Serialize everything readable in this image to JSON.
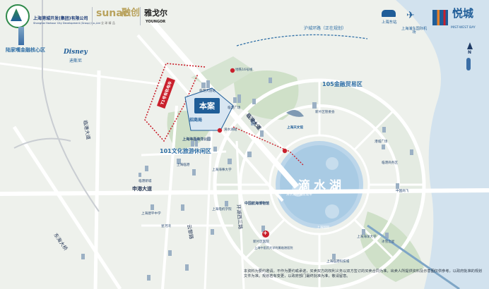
{
  "header": {
    "dev_company_line1": "上海港城开发(集团)有限公司",
    "dev_company_line2": "Shanghai Harbour City Development (Group) Co.,Ltd",
    "sunac_logo": "sunac",
    "sunac_cn": "融创",
    "sunac_sub": "全 球 精 品",
    "yongor_logo": "雅戈尔",
    "yongor_en": "YOUNGOR",
    "project_logo": "悦城",
    "project_logo_en": "MIST-WEST BAY"
  },
  "top_left": {
    "lujiazui": "陆家嘴金融核心区",
    "disney_logo": "Disney",
    "disney_cn": "迪斯尼"
  },
  "top_right": {
    "east_station": "上海东站",
    "pudong_airport": "上海浦东国际机场",
    "north_arrow_letter": "N"
  },
  "roads": {
    "rail_future": "沪城环路（正在规划）",
    "t1": "T1号有轨电车",
    "shengang": "申港大道",
    "lingang": "临港大道",
    "huanhu_xi": "环湖西三路",
    "yunlian": "云黎路",
    "lingang_b": "临港大道",
    "mainline": "东海大桥"
  },
  "zones": {
    "zone_105": "105金融贸易区",
    "zone_101": "101文化旅游休闲区",
    "lake": "滴水湖",
    "benan": "本案",
    "port_gate": "上海天文馆"
  },
  "pois": {
    "p1": "地铁16号线",
    "p2": "滴水湖站",
    "p3": "招商局",
    "p4": "上海海昌海洋公园",
    "p5": "临港大道站",
    "p6": "临港广场",
    "p7": "上海临港",
    "p8": "中国航海博物馆",
    "p9": "上海海事大学",
    "p10": "上海电机学院",
    "p11": "临港新城",
    "p12": "上海天文馆",
    "p13": "新片区管委会",
    "p14": "港城广场",
    "p15": "中国商飞",
    "p16": "上海海洋大学",
    "p17": "冰雪之星",
    "p18": "上海临港科技城",
    "p19": "滴水湖环湖景观带",
    "p20": "新片区医院",
    "p21": "上海中医药大学附属临港医院",
    "p22": "星河湾",
    "p23": "上海建平中学",
    "p24": "临港商务区",
    "p25": "上海国际"
  },
  "disclaimer": "本资料为要约邀请，不作为要约或承诺，买卖双方的权利义务以双方签订的买卖合同为准。出卖人所提供资料及示意图仅供参考，以政府批准的规划文件为准。规划若有变更，以政府部门最终批准为准，敬请留意。",
  "colors": {
    "water": "#d2e2ee",
    "park": "#b9d3b2",
    "road_main": "#ffffff",
    "brand_blue": "#1f5d98",
    "route_red": "#c9202c"
  }
}
